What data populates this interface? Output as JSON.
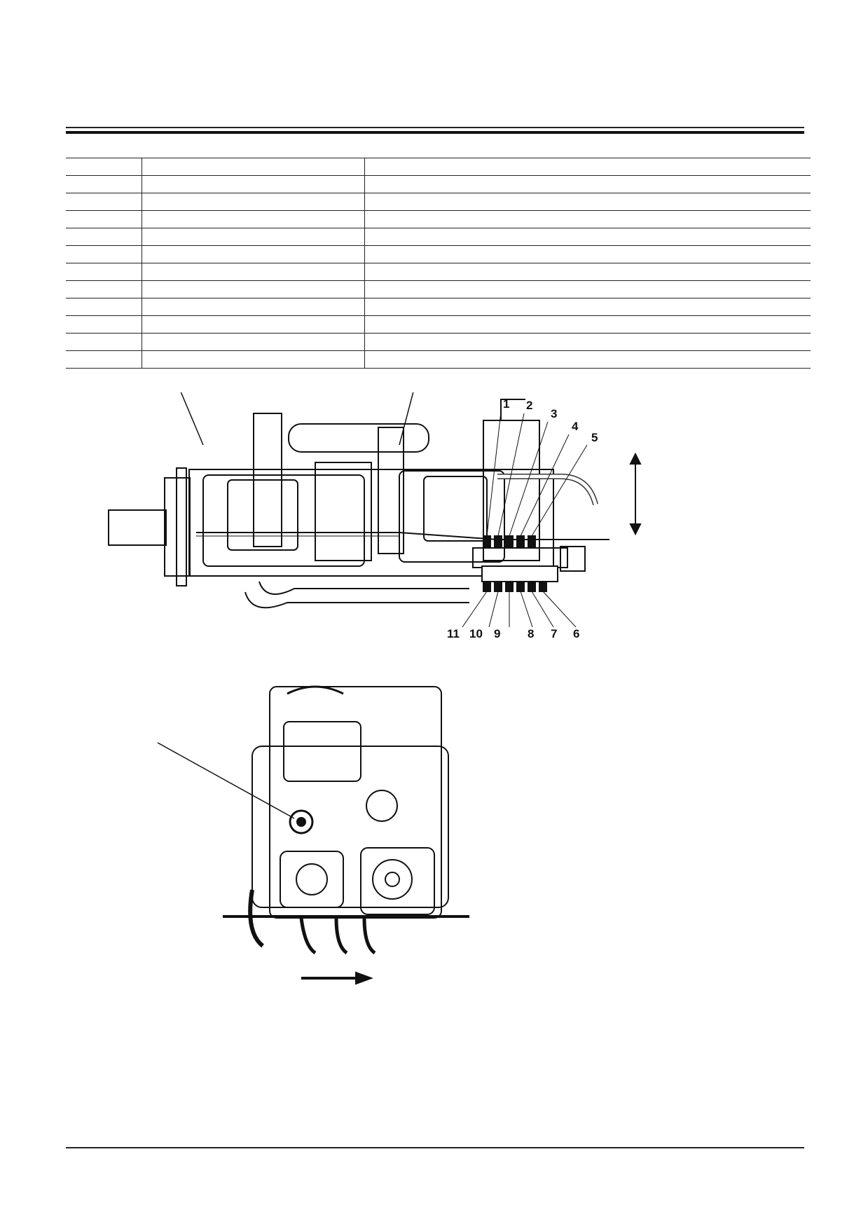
{
  "parts_table": {
    "rows": [
      [
        "",
        "",
        ""
      ],
      [
        "",
        "",
        ""
      ],
      [
        "",
        "",
        ""
      ],
      [
        "",
        "",
        ""
      ],
      [
        "",
        "",
        ""
      ],
      [
        "",
        "",
        ""
      ],
      [
        "",
        "",
        ""
      ],
      [
        "",
        "",
        ""
      ],
      [
        "",
        "",
        ""
      ],
      [
        "",
        "",
        ""
      ],
      [
        "",
        "",
        ""
      ],
      [
        "",
        "",
        ""
      ]
    ]
  },
  "figure": {
    "callouts_top": [
      "1",
      "2",
      "3",
      "4",
      "5"
    ],
    "callouts_bottom": [
      "11",
      "10",
      "9",
      "8",
      "7",
      "6"
    ]
  }
}
